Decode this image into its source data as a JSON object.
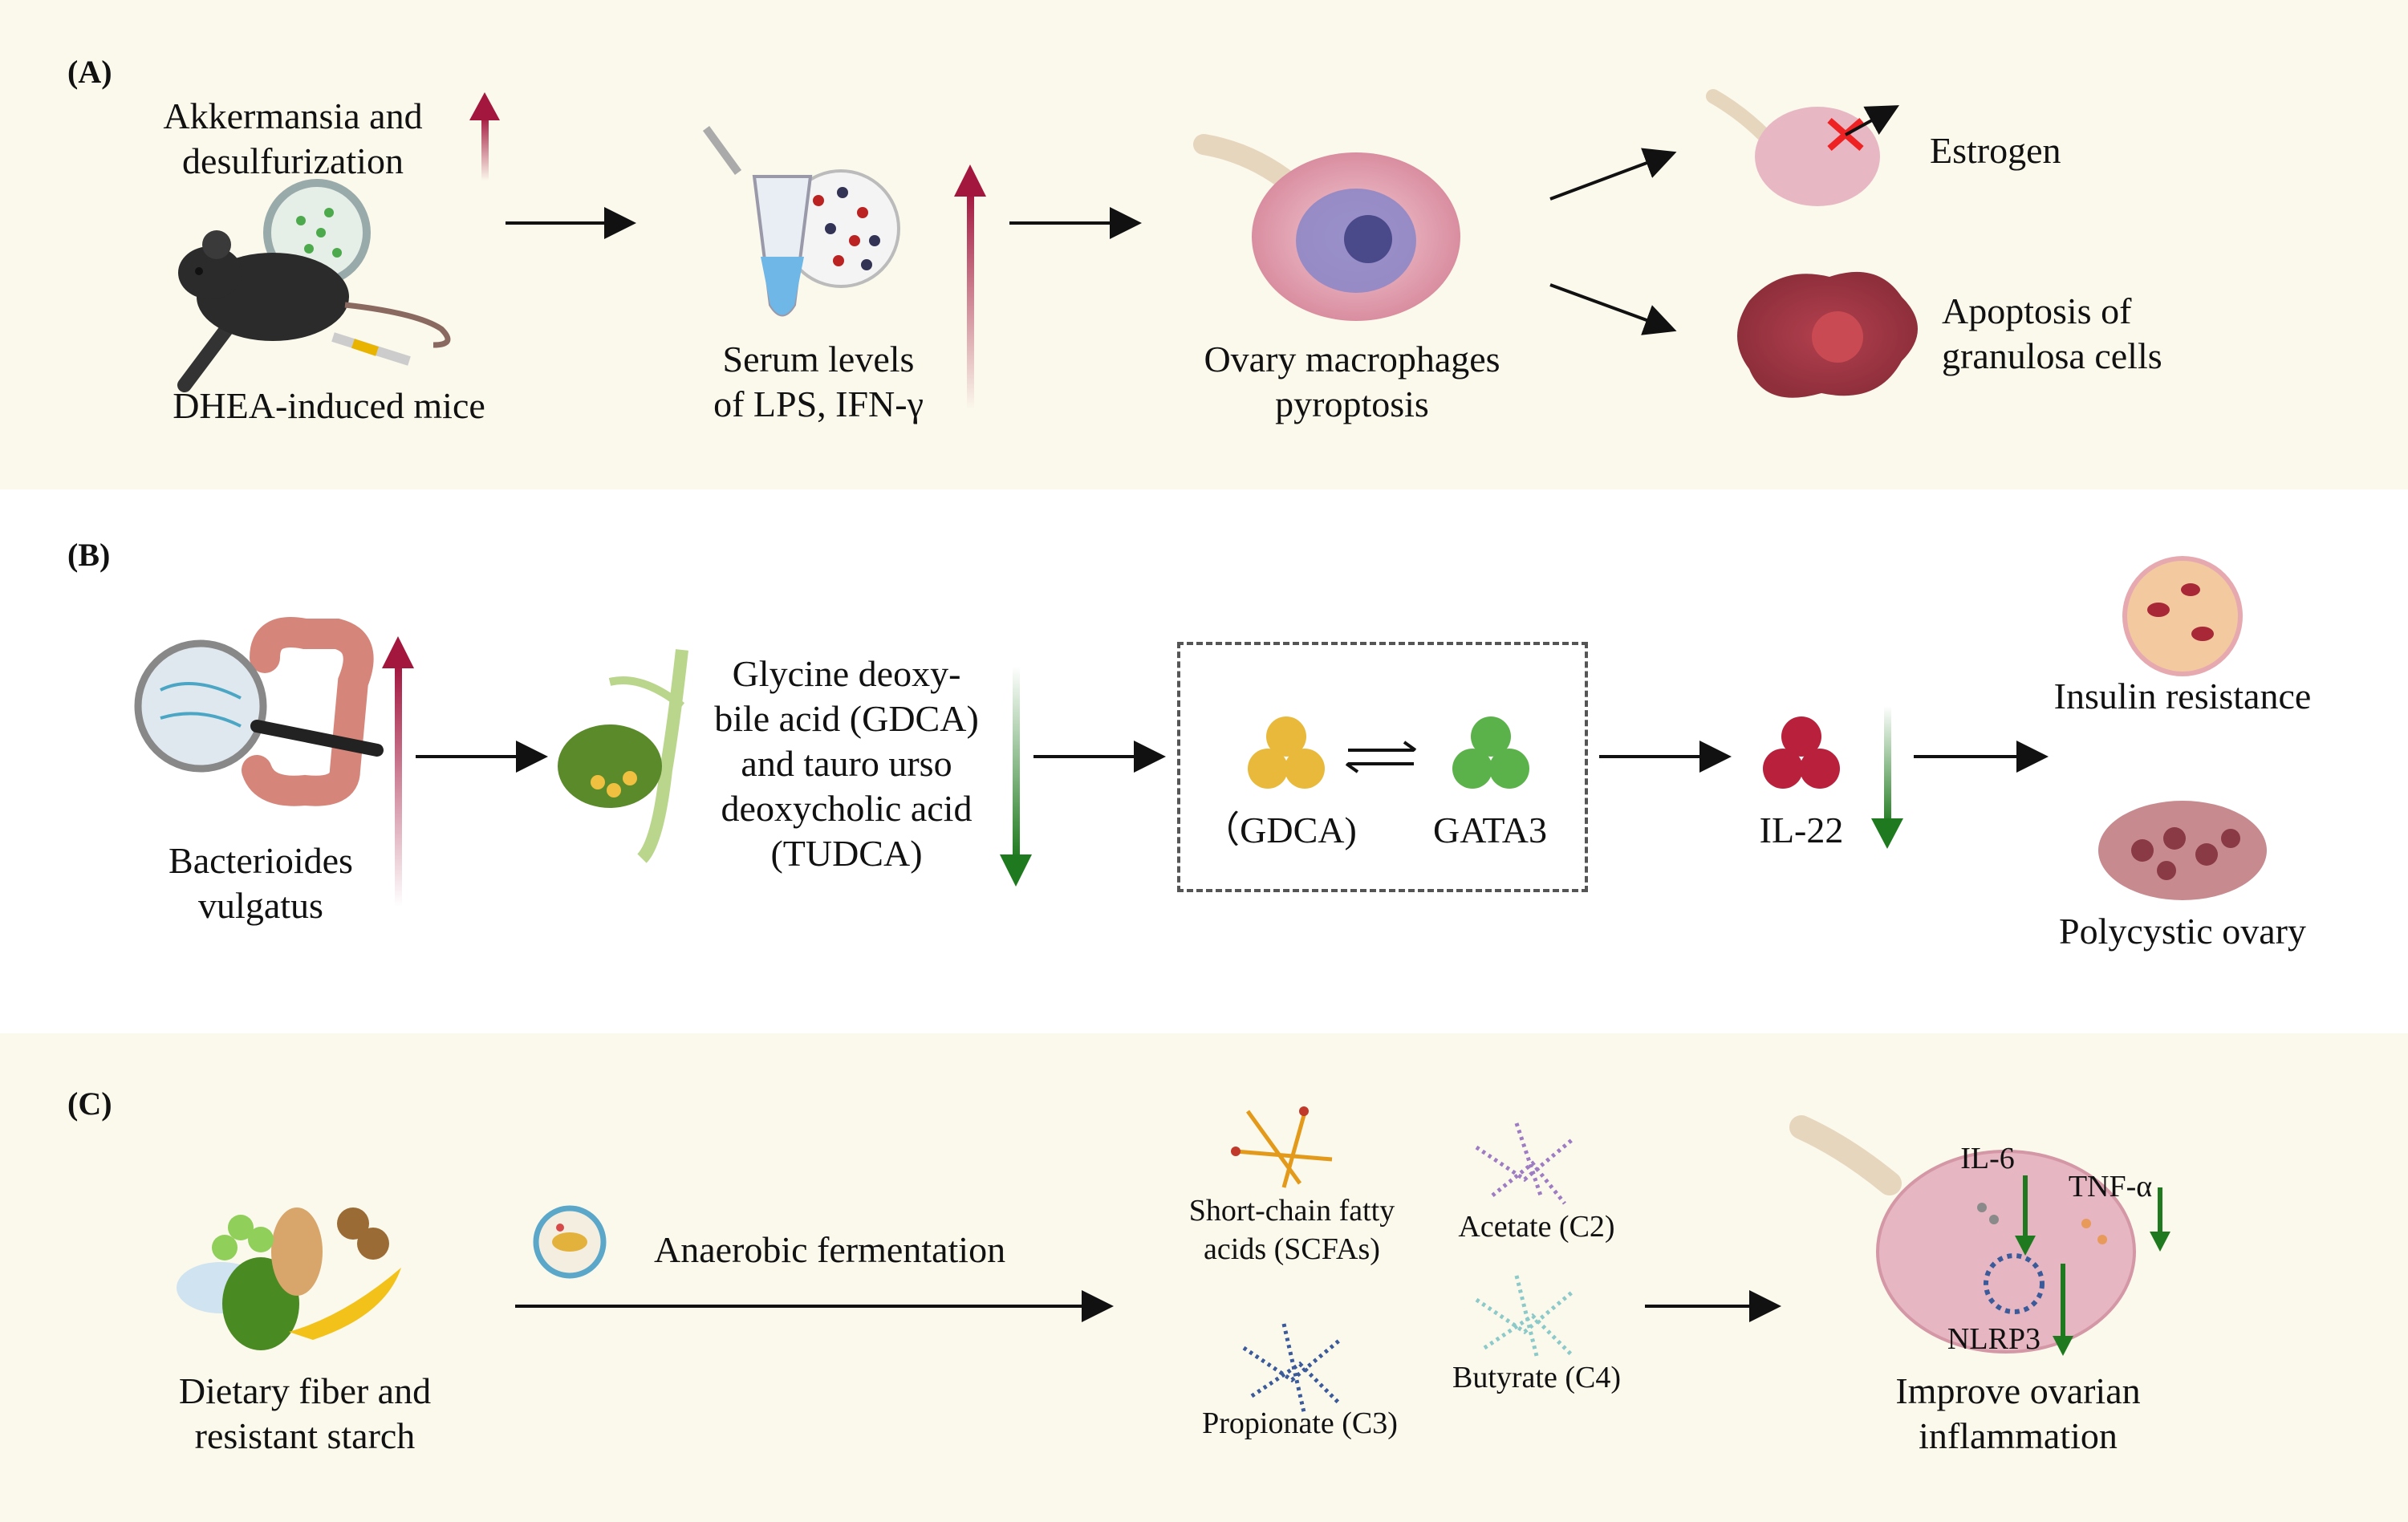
{
  "panels": {
    "a": {
      "label": "(A)",
      "akkermansia": [
        "Akkermansia and",
        "desulfurization"
      ],
      "mice": "DHEA-induced mice",
      "serum": [
        "Serum levels",
        "of LPS, IFN-γ"
      ],
      "pyroptosis": [
        "Ovary macrophages",
        "pyroptosis"
      ],
      "estrogen": "Estrogen",
      "apoptosis": [
        "Apoptosis of",
        "granulosa cells"
      ]
    },
    "b": {
      "label": "(B)",
      "bacteroides": [
        "Bacterioides",
        "vulgatus"
      ],
      "bile": [
        "Glycine deoxy-",
        "bile acid (GDCA)",
        "and tauro urso",
        "deoxycholic acid",
        "(TUDCA)"
      ],
      "gdca": "（GDCA)",
      "gata3": "GATA3",
      "il22": "IL-22",
      "insulin": "Insulin resistance",
      "polycystic": "Polycystic ovary"
    },
    "c": {
      "label": "(C)",
      "fiber": [
        "Dietary fiber and",
        "resistant starch"
      ],
      "fermentation": "Anaerobic fermentation",
      "scfa": [
        "Short-chain fatty",
        "acids (SCFAs)"
      ],
      "acetate": "Acetate (C2)",
      "propionate": "Propionate (C3)",
      "butyrate": "Butyrate (C4)",
      "il6": "IL-6",
      "tnf": "TNF-α",
      "nlrp3": "NLRP3",
      "improve": [
        "Improve ovarian",
        "inflammation"
      ]
    }
  },
  "colors": {
    "up_arrow": "#a3173f",
    "down_arrow": "#1f7a1f",
    "panel_bg": "#fbf8ec"
  }
}
